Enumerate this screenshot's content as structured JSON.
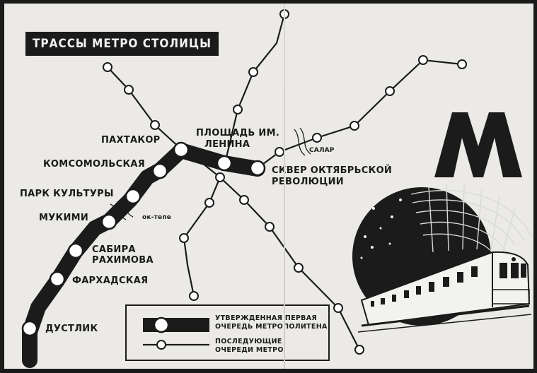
{
  "title": "ТРАССЫ МЕТРО СТОЛИЦЫ",
  "logo_letter": "М",
  "stations": {
    "pakhtakor": "ПАХТАКОР",
    "lenin_square_l1": "ПЛОЩАДЬ ИМ.",
    "lenin_square_l2": "ЛЕНИНА",
    "komsomolskaya": "КОМСОМОЛЬСКАЯ",
    "park_kultury": "ПАРК КУЛЬТУРЫ",
    "mukimi": "МУКИМИ",
    "sabira_l1": "САБИРА",
    "sabira_l2": "РАХИМОВА",
    "farkhadskaya": "ФАРХАДСКАЯ",
    "dustlik": "ДУСТЛИК",
    "sквер_l1": "СКВЕР ОКТЯБРЬСКОЙ",
    "sквер_l2": "РЕВОЛЮЦИИ"
  },
  "river_labels": {
    "salar": "САЛАР",
    "ok_tepe": "ок-тепе"
  },
  "legend": {
    "approved_l1": "УТВЕРЖДЕННАЯ ПЕРВАЯ",
    "approved_l2": "ОЧЕРЕДЬ МЕТРОПОЛИТЕНА",
    "future_l1": "ПОСЛЕДУЮЩИЕ",
    "future_l2": "ОЧЕРЕДИ МЕТРО"
  },
  "colors": {
    "ink": "#1b1b1b",
    "paper": "#ebeae6"
  }
}
